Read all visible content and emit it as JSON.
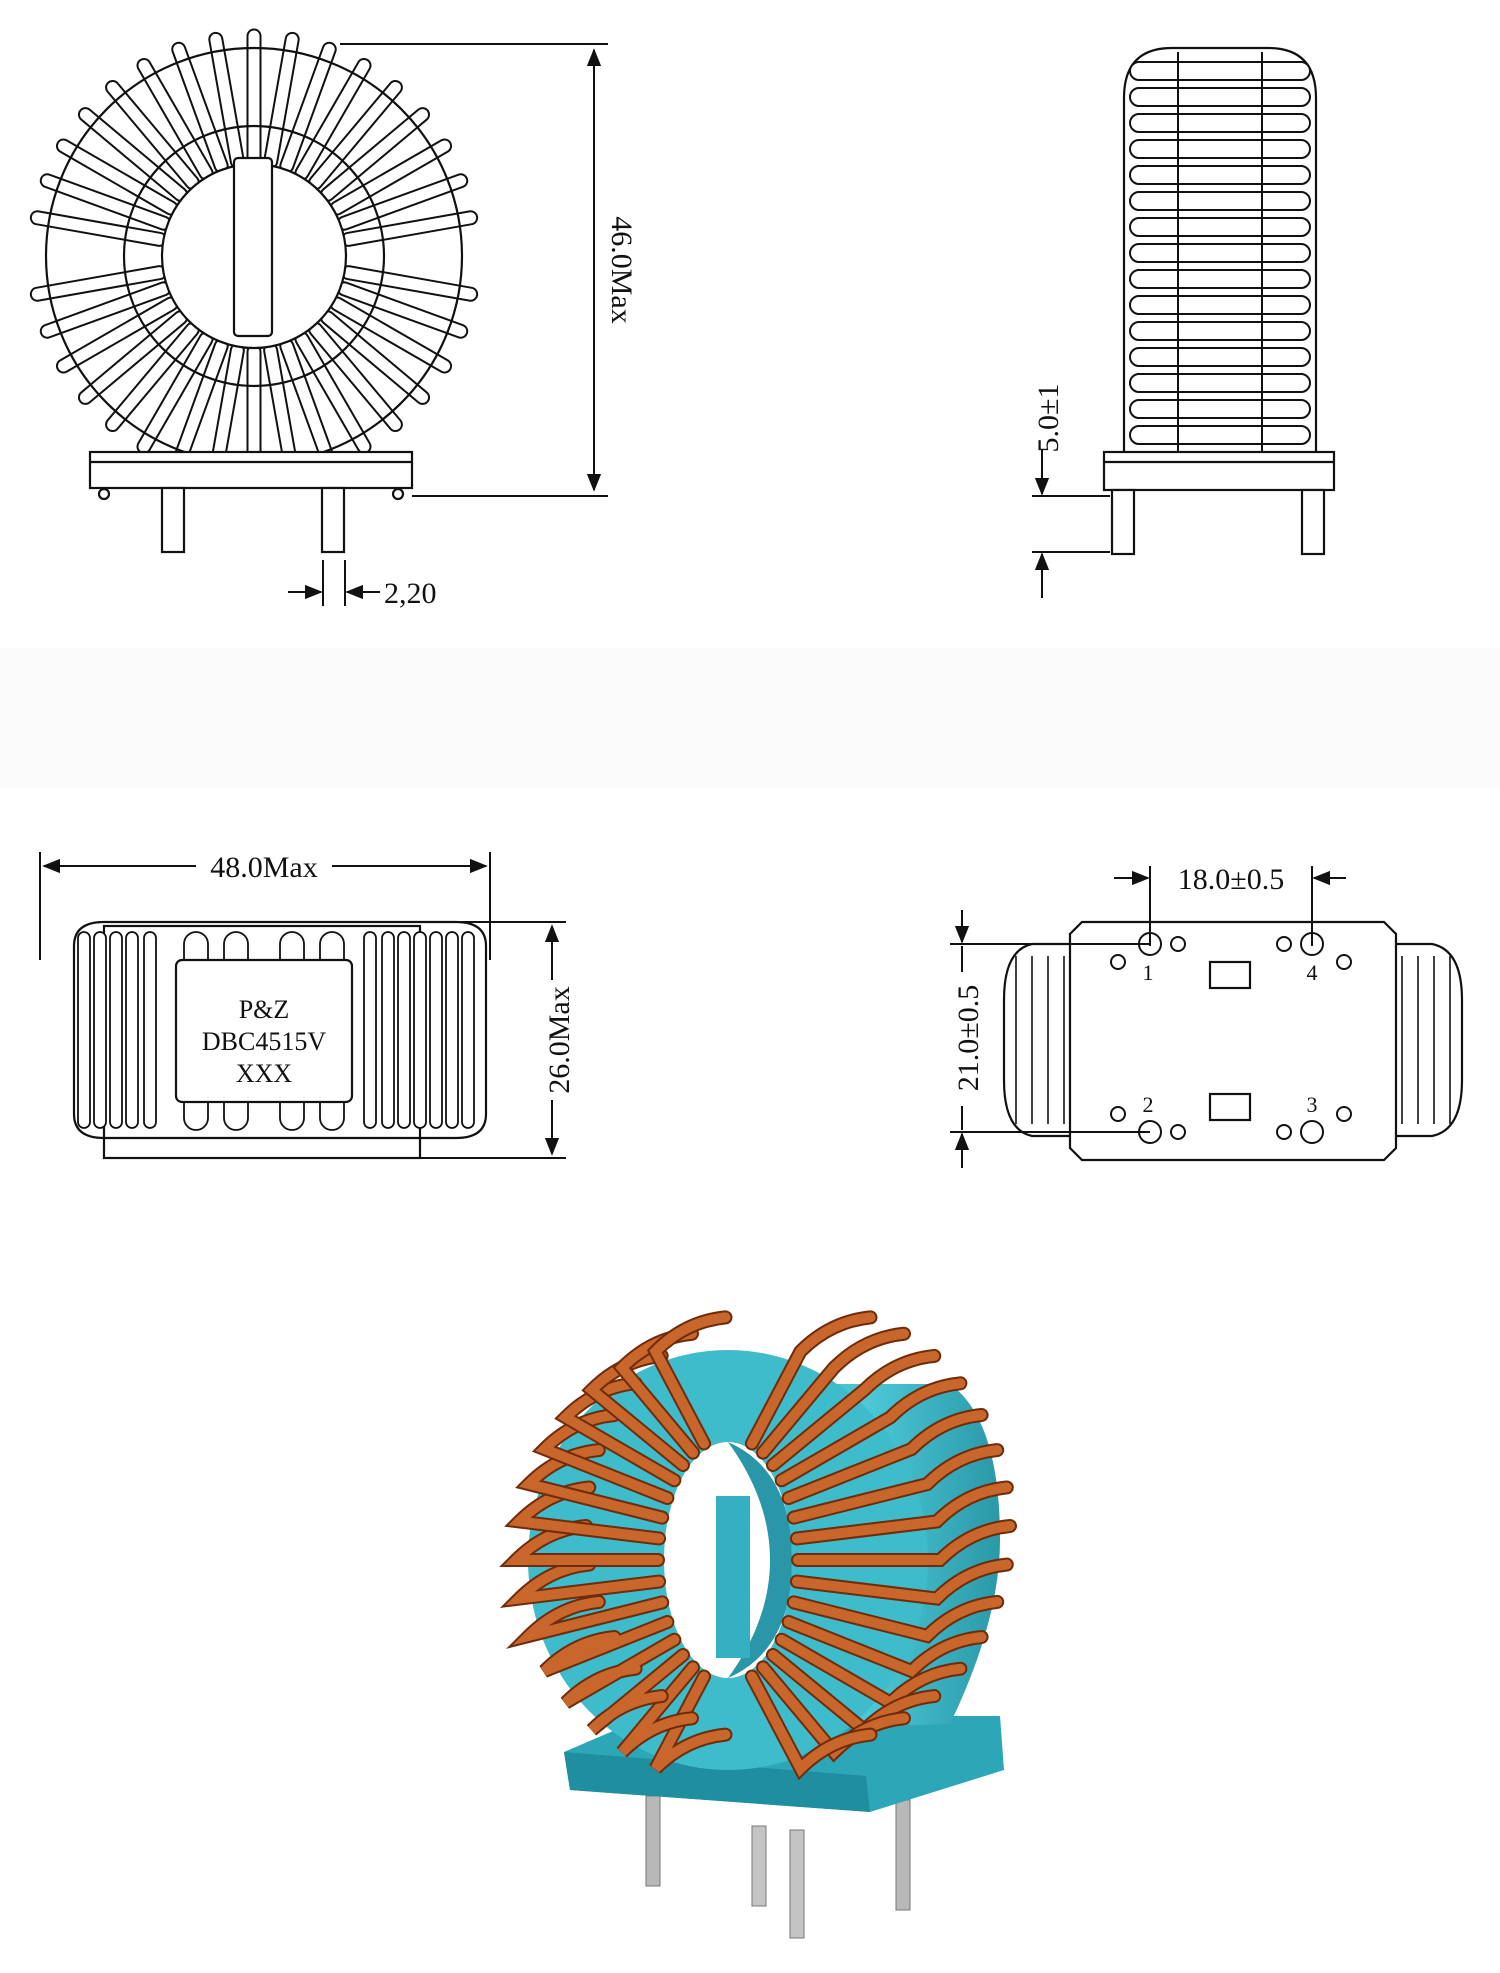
{
  "dimensions": {
    "height_max": "46.0Max",
    "pin_diameter": "2,20",
    "standoff": "5.0±1",
    "length_max": "48.0Max",
    "width_max": "26.0Max",
    "pin_pitch_x": "18.0±0.5",
    "pin_pitch_y": "21.0±0.5"
  },
  "marking": {
    "brand": "P&Z",
    "part_number": "DBC4515V",
    "code": "XXX"
  },
  "pins": [
    "1",
    "2",
    "3",
    "4"
  ],
  "colors": {
    "line": "#111111",
    "core": "#3ab8c8",
    "copper": "#c0642c",
    "band": "#fafafa"
  }
}
